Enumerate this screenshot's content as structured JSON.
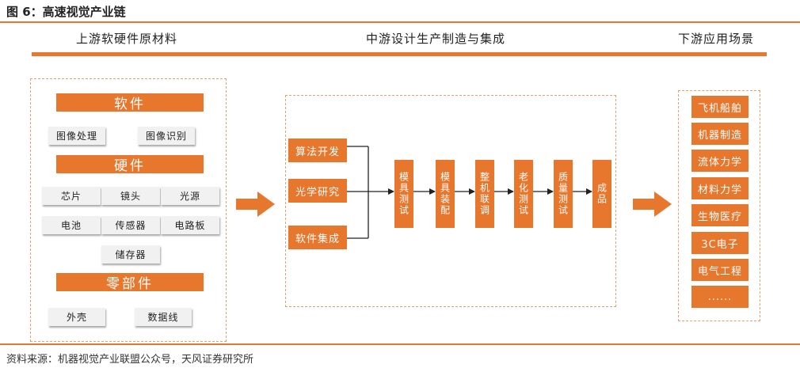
{
  "figure_title": "图 6：高速视觉产业链",
  "source": "资料来源：机器视觉产业联盟公众号，天风证券研究所",
  "headers": {
    "upstream": "上游软硬件原材料",
    "midstream": "中游设计生产制造与集成",
    "downstream": "下游应用场景"
  },
  "upstream": {
    "software": {
      "title": "软件",
      "items": [
        "图像处理",
        "图像识别"
      ]
    },
    "hardware": {
      "title": "硬件",
      "items": [
        "芯片",
        "镜头",
        "光源",
        "电池",
        "传感器",
        "电路板",
        "储存器"
      ]
    },
    "parts": {
      "title": "零部件",
      "items": [
        "外壳",
        "数据线"
      ]
    }
  },
  "midstream": {
    "inputs": [
      "算法开发",
      "光学研究",
      "软件集成"
    ],
    "steps": [
      "模具测试",
      "模具装配",
      "整机联调",
      "老化测试",
      "质量测试",
      "成品"
    ]
  },
  "downstream": {
    "items": [
      "飞机船舶",
      "机器制造",
      "流体力学",
      "材料力学",
      "生物医疗",
      "3C电子",
      "电气工程",
      "......"
    ]
  },
  "colors": {
    "accent": "#e8772e",
    "gray_box": "#f1f1f1",
    "dashed_border": "#e8a070"
  }
}
